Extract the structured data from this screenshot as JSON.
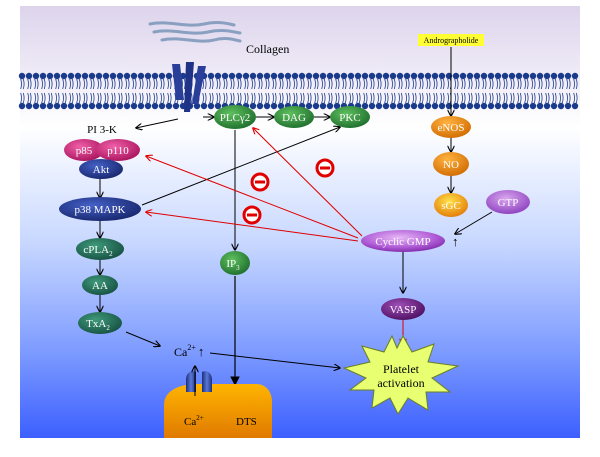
{
  "labels": {
    "collagen": "Collagen",
    "andrographolide": "Andrographolide",
    "pi3k": "PI 3-K",
    "p85": "p85",
    "p110": "p110",
    "akt": "Akt",
    "p38mapk": "p38 MAPK",
    "cpla2_main": "cPLA",
    "cpla2_sub": "2",
    "aa": "AA",
    "txa2_main": "TxA",
    "txa2_sub": "2",
    "plcg2": "PLCγ2",
    "dag": "DAG",
    "pkc": "PKC",
    "ip3_main": "IP",
    "ip3_sub": "3",
    "enos": "eNOS",
    "no": "NO",
    "sgc": "sGC",
    "gtp": "GTP",
    "cgmp": "Cyclic GMP",
    "cgmp_arrow": "↑",
    "vasp": "VASP",
    "ca_main": "Ca",
    "ca_sup": "2+",
    "ca_arrow": "↑",
    "store_ca_main": "Ca",
    "store_ca_sup": "2+",
    "dts": "DTS",
    "platelet_line1": "Platelet",
    "platelet_line2": "activation",
    "inhibit_symbol": "−"
  },
  "colors": {
    "membrane_blue": "#1a3b8c",
    "green_node": "#2e8b3a",
    "dark_green_node": "#1f6b52",
    "navy_node": "#233a8f",
    "pink_node": "#d02a7a",
    "purple_node": "#8a2ec0",
    "orange_node": "#f08a00",
    "inhibit_red": "#e00000",
    "highlight_yellow": "#ffff33",
    "starburst_fill": "#e7ff70"
  }
}
